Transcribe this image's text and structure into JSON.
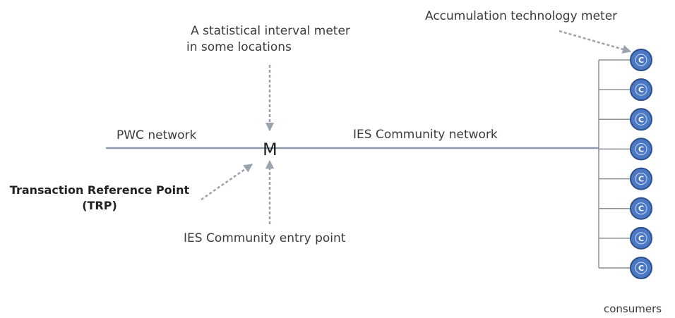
{
  "labels": {
    "accumulation_meter": "Accumulation technology meter",
    "statistical_meter_line1": "A statistical interval meter",
    "statistical_meter_line2": "in some locations",
    "pwc_network": "PWC network",
    "ies_network": "IES Community network",
    "meter_symbol": "M",
    "trp_line1": "Transaction Reference Point",
    "trp_line2": "(TRP)",
    "entry_point": "IES Community entry point",
    "consumers": "consumers"
  },
  "consumer_symbol": "C",
  "consumer_count": 8,
  "colors": {
    "network_line": "#8a9aae",
    "arrow": "#9aa3ad",
    "consumer_fill": "#4a78c2",
    "consumer_stroke": "#2d4f8e",
    "branch_line": "#8a8f96"
  }
}
